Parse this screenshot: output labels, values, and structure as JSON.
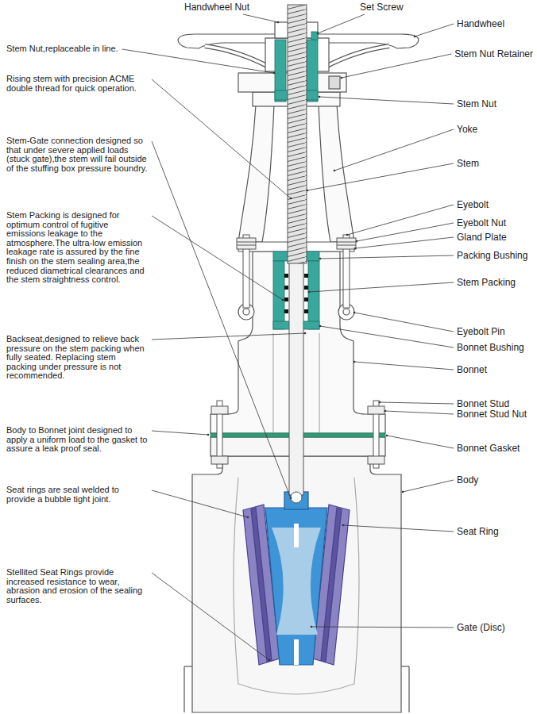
{
  "diagram": {
    "labels": [
      "Handwheel Nut",
      "Set Screw",
      "Handwheel",
      "Stem Nut,replaceable in line.",
      "Stem Nut Retainer",
      "Rising stem with precision ACME double thread for quick operation.",
      "Stem Nut",
      "Yoke",
      "Stem-Gate connection designed so that under severe applied loads (stuck gate),the stem will fail outside of the stuffing box pressure boundry.",
      "Stem",
      "Eyebolt",
      "Stem Packing is designed for optimum control of fugitive emissions leakage to the atmosphere.The ultra-low emission leakage rate is assured by the fine finish on the stem sealing area,the reduced diametrical clearances and the stem straightness control.",
      "Eyebolt Nut",
      "Gland Plate",
      "Packing Bushing",
      "Stem Packing",
      "Eyebolt Pin",
      "Backseat,designed to relieve back pressure on the stem packing when fully seated. Replacing stem packing under pressure is not recommended.",
      "Bonnet Bushing",
      "Bonnet",
      "Bonnet Stud",
      "Bonnet Stud Nut",
      "Body to Bonnet joint designed to apply a uniform load to the gasket to assure a leak proof seal.",
      "Bonnet Gasket",
      "Body",
      "Seat rings are seal welded to provide a bubble tight joint.",
      "Seat Ring",
      "Stellited Seat Rings provide increased resistance to wear, abrasion and erosion of the sealing surfaces.",
      "Gate (Disc)"
    ]
  }
}
